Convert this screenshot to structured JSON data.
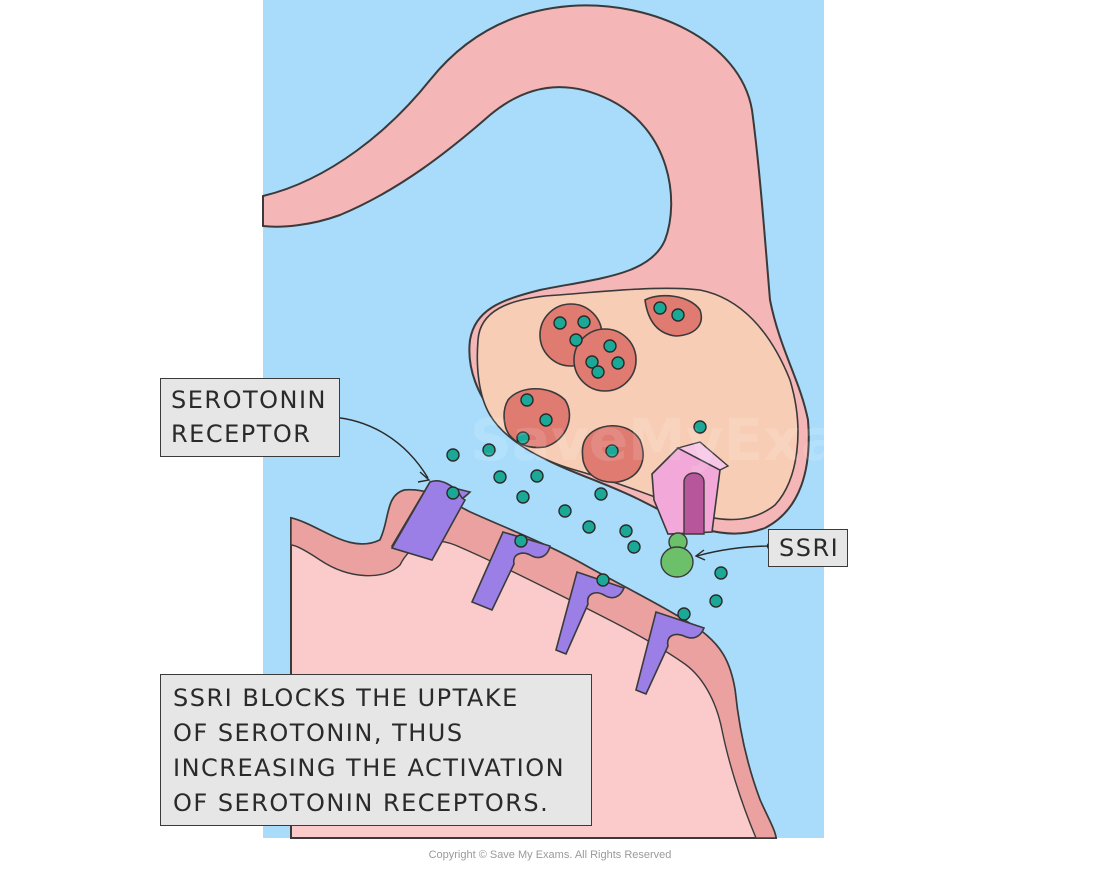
{
  "labels": {
    "receptor": [
      "SEROTONIN",
      "RECEPTOR"
    ],
    "ssri": "SSRI"
  },
  "caption": [
    "SSRI BLOCKS THE UPTAKE",
    "OF SEROTONIN, THUS",
    "INCREASING THE ACTIVATION",
    "OF SEROTONIN RECEPTORS."
  ],
  "watermark": "SaveMyExams",
  "copyright": "Copyright © Save My Exams. All Rights Reserved",
  "colors": {
    "background_fluid": "#a9dcfb",
    "presynaptic_neuron": "#f4b6b6",
    "terminal_cytoplasm": "#f7cdb6",
    "vesicle": "#e07b72",
    "serotonin": "#1ba896",
    "postsynaptic_neuron": "#fbcaca",
    "membrane": "#eca1a1",
    "receptor": "#9b7fe6",
    "transporter": "#f2a8d8",
    "ssri": "#6cc06a"
  }
}
